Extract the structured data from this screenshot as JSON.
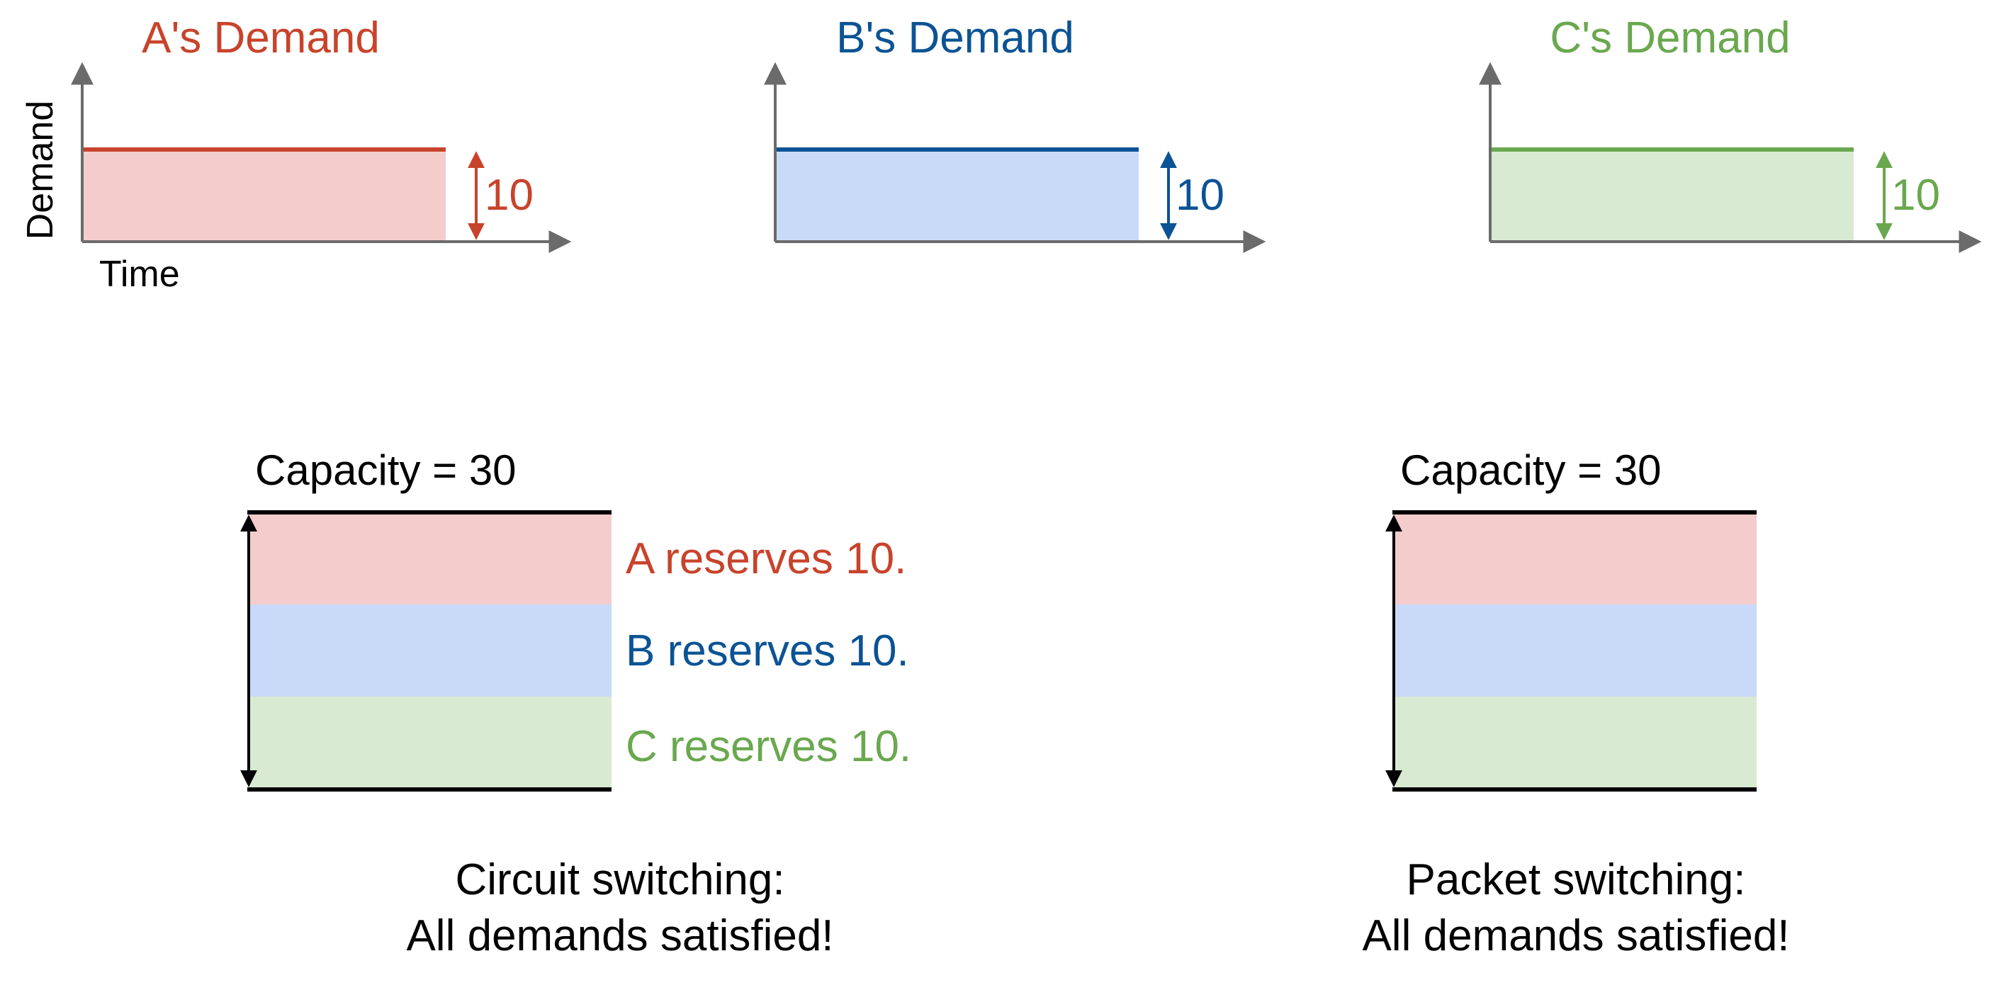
{
  "colors": {
    "a_line": "#c8432b",
    "a_fill": "#f4cccc",
    "b_line": "#0b5394",
    "b_fill": "#c9daf8",
    "c_line": "#6aa84f",
    "c_fill": "#d9ead3",
    "axis": "#6b6b6b",
    "text": "#000000"
  },
  "demand_charts": {
    "y_axis_label": "Demand",
    "x_axis_label": "Time",
    "items": [
      {
        "title": "A's Demand",
        "value": "10"
      },
      {
        "title": "B's Demand",
        "value": "10"
      },
      {
        "title": "C's Demand",
        "value": "10"
      }
    ]
  },
  "circuit": {
    "capacity_label": "Capacity = 30",
    "reservations": [
      "A reserves 10.",
      "B reserves 10.",
      "C reserves 10."
    ],
    "caption_line1": "Circuit switching:",
    "caption_line2": "All demands satisfied!"
  },
  "packet": {
    "capacity_label": "Capacity = 30",
    "caption_line1": "Packet switching:",
    "caption_line2": "All demands satisfied!"
  }
}
